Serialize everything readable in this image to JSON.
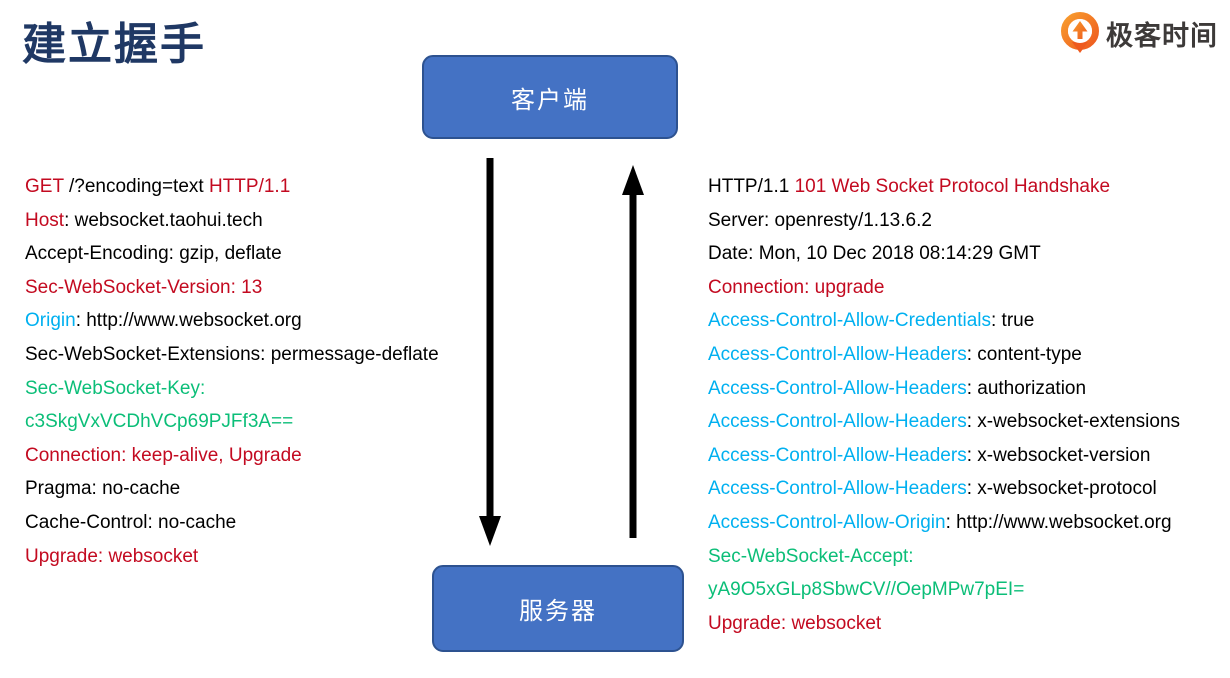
{
  "title": "建立握手",
  "logo": {
    "text": "极客时间",
    "brand_orange": "#F26F21",
    "text_color": "#3D3A39"
  },
  "nodes": {
    "client": "客户端",
    "server": "服务器"
  },
  "colors": {
    "k": "#000000",
    "r": "#C30A20",
    "c": "#00B0F0",
    "g": "#0BBE78",
    "box_fill": "#4472C4",
    "box_border": "#2D5290",
    "title_navy": "#1F3864",
    "arrow_black": "#000000"
  },
  "request": {
    "lines": [
      [
        {
          "t": "GET",
          "c": "r"
        },
        {
          "t": " /?encoding=text ",
          "c": "k"
        },
        {
          "t": "HTTP/1.1",
          "c": "r"
        }
      ],
      [
        {
          "t": "Host",
          "c": "r"
        },
        {
          "t": ": websocket.taohui.tech",
          "c": "k"
        }
      ],
      [
        {
          "t": "Accept-Encoding: gzip, deflate",
          "c": "k"
        }
      ],
      [
        {
          "t": "Sec-WebSocket-Version: 13",
          "c": "r"
        }
      ],
      [
        {
          "t": "Origin",
          "c": "c"
        },
        {
          "t": ": http://www.websocket.org",
          "c": "k"
        }
      ],
      [
        {
          "t": "Sec-WebSocket-Extensions: permessage-deflate",
          "c": "k"
        }
      ],
      [
        {
          "t": "Sec-WebSocket-Key:",
          "c": "g"
        }
      ],
      [
        {
          "t": "c3SkgVxVCDhVCp69PJFf3A==",
          "c": "g"
        }
      ],
      [
        {
          "t": "Connection: keep-alive, Upgrade",
          "c": "r"
        }
      ],
      [
        {
          "t": "Pragma: no-cache",
          "c": "k"
        }
      ],
      [
        {
          "t": "Cache-Control: no-cache",
          "c": "k"
        }
      ],
      [
        {
          "t": "Upgrade: websocket",
          "c": "r"
        }
      ]
    ]
  },
  "response": {
    "lines": [
      [
        {
          "t": "HTTP/1.1 ",
          "c": "k"
        },
        {
          "t": "101 Web Socket Protocol Handshake",
          "c": "r"
        }
      ],
      [
        {
          "t": "Server: openresty/1.13.6.2",
          "c": "k"
        }
      ],
      [
        {
          "t": "Date: Mon, 10 Dec 2018 08:14:29 GMT",
          "c": "k"
        }
      ],
      [
        {
          "t": "Connection: upgrade",
          "c": "r"
        }
      ],
      [
        {
          "t": "Access-Control-Allow-Credentials",
          "c": "c"
        },
        {
          "t": ": true",
          "c": "k"
        }
      ],
      [
        {
          "t": "Access-Control-Allow-Headers",
          "c": "c"
        },
        {
          "t": ": content-type",
          "c": "k"
        }
      ],
      [
        {
          "t": "Access-Control-Allow-Headers",
          "c": "c"
        },
        {
          "t": ": authorization",
          "c": "k"
        }
      ],
      [
        {
          "t": "Access-Control-Allow-Headers",
          "c": "c"
        },
        {
          "t": ": x-websocket-extensions",
          "c": "k"
        }
      ],
      [
        {
          "t": "Access-Control-Allow-Headers",
          "c": "c"
        },
        {
          "t": ": x-websocket-version",
          "c": "k"
        }
      ],
      [
        {
          "t": "Access-Control-Allow-Headers",
          "c": "c"
        },
        {
          "t": ": x-websocket-protocol",
          "c": "k"
        }
      ],
      [
        {
          "t": "Access-Control-Allow-Origin",
          "c": "c"
        },
        {
          "t": ": http://www.websocket.org",
          "c": "k"
        }
      ],
      [
        {
          "t": "Sec-WebSocket-Accept:",
          "c": "g"
        }
      ],
      [
        {
          "t": "yA9O5xGLp8SbwCV//OepMPw7pEI=",
          "c": "g"
        }
      ],
      [
        {
          "t": "Upgrade: websocket",
          "c": "r"
        }
      ]
    ]
  }
}
